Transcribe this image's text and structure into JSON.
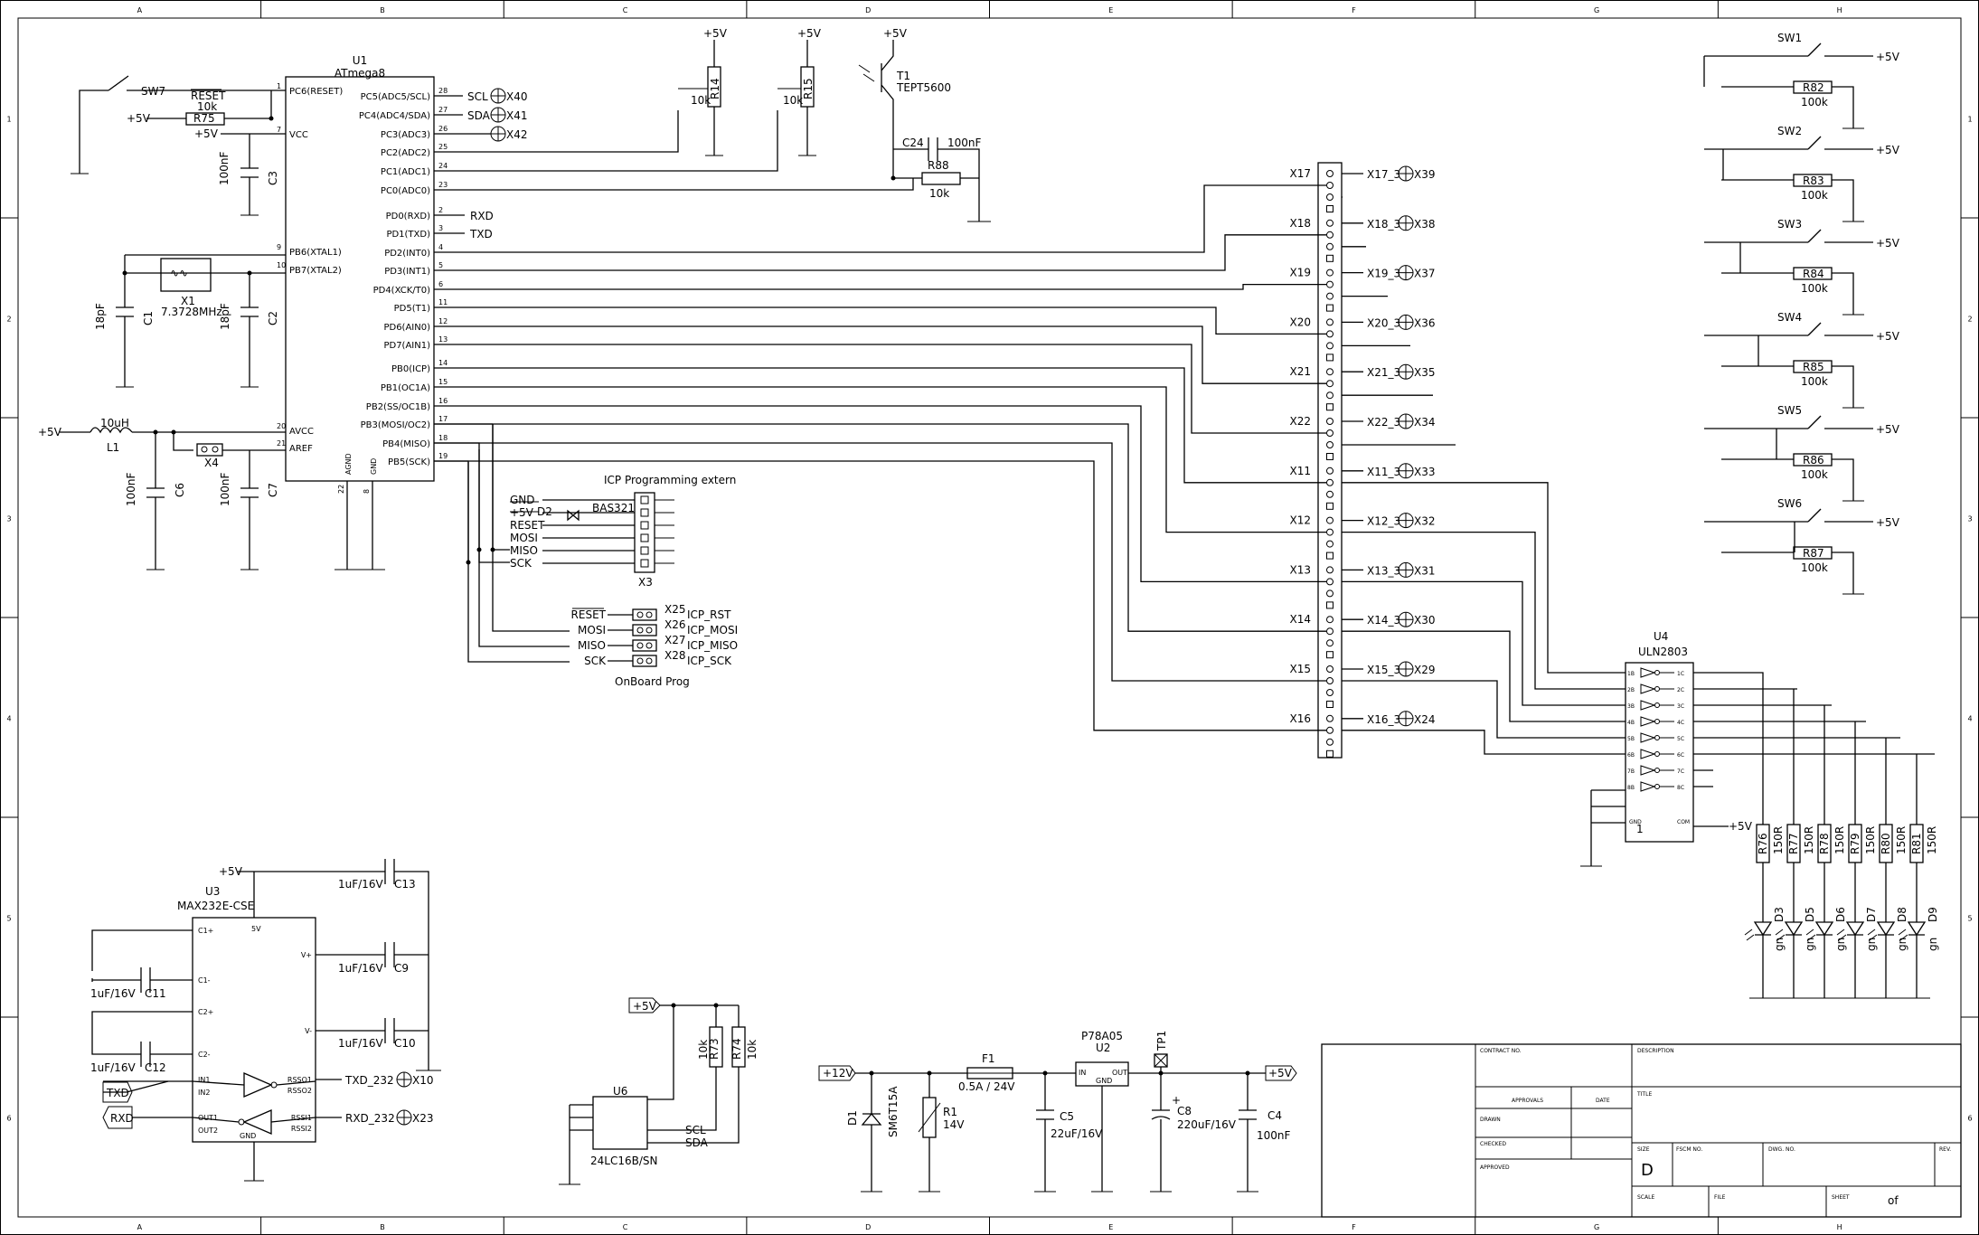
{
  "frame": {
    "columns": [
      "A",
      "B",
      "C",
      "D",
      "E",
      "F",
      "G",
      "H"
    ],
    "rows": [
      "1",
      "2",
      "3",
      "4",
      "5",
      "6"
    ]
  },
  "u1": {
    "ref": "U1",
    "value": "ATmega8",
    "left_pins": [
      {
        "num": "1",
        "name": "PC6(RESET)"
      },
      {
        "num": "7",
        "name": "VCC"
      },
      {
        "num": "9",
        "name": "PB6(XTAL1)"
      },
      {
        "num": "10",
        "name": "PB7(XTAL2)"
      },
      {
        "num": "20",
        "name": "AVCC"
      },
      {
        "num": "21",
        "name": "AREF"
      }
    ],
    "right_pins": [
      {
        "num": "28",
        "name": "PC5(ADC5/SCL)"
      },
      {
        "num": "27",
        "name": "PC4(ADC4/SDA)"
      },
      {
        "num": "26",
        "name": "PC3(ADC3)"
      },
      {
        "num": "25",
        "name": "PC2(ADC2)"
      },
      {
        "num": "24",
        "name": "PC1(ADC1)"
      },
      {
        "num": "23",
        "name": "PC0(ADC0)"
      },
      {
        "num": "2",
        "name": "PD0(RXD)"
      },
      {
        "num": "3",
        "name": "PD1(TXD)"
      },
      {
        "num": "4",
        "name": "PD2(INT0)"
      },
      {
        "num": "5",
        "name": "PD3(INT1)"
      },
      {
        "num": "6",
        "name": "PD4(XCK/T0)"
      },
      {
        "num": "11",
        "name": "PD5(T1)"
      },
      {
        "num": "12",
        "name": "PD6(AIN0)"
      },
      {
        "num": "13",
        "name": "PD7(AIN1)"
      },
      {
        "num": "14",
        "name": "PB0(ICP)"
      },
      {
        "num": "15",
        "name": "PB1(OC1A)"
      },
      {
        "num": "16",
        "name": "PB2(SS/OC1B)"
      },
      {
        "num": "17",
        "name": "PB3(MOSI/OC2)"
      },
      {
        "num": "18",
        "name": "PB4(MISO)"
      },
      {
        "num": "19",
        "name": "PB5(SCK)"
      }
    ],
    "bottom_pins": [
      {
        "num": "22",
        "name": "AGND"
      },
      {
        "num": "8",
        "name": "GND"
      }
    ]
  },
  "u1_nets": {
    "scl": "SCL",
    "x40": "X40",
    "sda": "SDA",
    "x41": "X41",
    "x42": "X42",
    "rxd": "RXD",
    "txd": "TXD"
  },
  "sw7": {
    "ref": "SW7",
    "reset": "RESET"
  },
  "r75": {
    "ref": "R75",
    "value": "10k"
  },
  "power": {
    "p5v": "+5V",
    "p12v": "+12V"
  },
  "c3": {
    "ref": "C3",
    "value": "100nF"
  },
  "x1": {
    "ref": "X1",
    "value": "7.3728MHz"
  },
  "c1": {
    "ref": "C1",
    "value": "18pF"
  },
  "c2": {
    "ref": "C2",
    "value": "18pF"
  },
  "l1": {
    "ref": "L1",
    "value": "10uH"
  },
  "x4": {
    "ref": "X4"
  },
  "c6": {
    "ref": "C6",
    "value": "100nF"
  },
  "c7": {
    "ref": "C7",
    "value": "100nF"
  },
  "r14": {
    "ref": "R14",
    "value": "10k"
  },
  "r15": {
    "ref": "R15",
    "value": "10k"
  },
  "t1": {
    "ref": "T1",
    "value": "TEPT5600"
  },
  "c24": {
    "ref": "C24",
    "value": "100nF"
  },
  "r88": {
    "ref": "R88",
    "value": "10k"
  },
  "icp": {
    "title": "ICP Programming extern",
    "d2_ref": "D2",
    "d2_value": "BAS321",
    "signals": [
      "GND",
      "+5V",
      "RESET",
      "MOSI",
      "MISO",
      "SCK"
    ],
    "x3": "X3"
  },
  "onboard": {
    "title": "OnBoard Prog",
    "rows": [
      {
        "left": "RESET",
        "conn": "X25",
        "right": "ICP_RST"
      },
      {
        "left": "MOSI",
        "conn": "X26",
        "right": "ICP_MOSI"
      },
      {
        "left": "MISO",
        "conn": "X27",
        "right": "ICP_MISO"
      },
      {
        "left": "SCK",
        "conn": "X28",
        "right": "ICP_SCK"
      }
    ]
  },
  "connectors": [
    {
      "ref": "X17",
      "net": "X17_3",
      "tp": "X39"
    },
    {
      "ref": "X18",
      "net": "X18_3",
      "tp": "X38"
    },
    {
      "ref": "X19",
      "net": "X19_3",
      "tp": "X37"
    },
    {
      "ref": "X20",
      "net": "X20_3",
      "tp": "X36"
    },
    {
      "ref": "X21",
      "net": "X21_3",
      "tp": "X35"
    },
    {
      "ref": "X22",
      "net": "X22_3",
      "tp": "X34"
    },
    {
      "ref": "X11",
      "net": "X11_3",
      "tp": "X33"
    },
    {
      "ref": "X12",
      "net": "X12_3",
      "tp": "X32"
    },
    {
      "ref": "X13",
      "net": "X13_3",
      "tp": "X31"
    },
    {
      "ref": "X14",
      "net": "X14_3",
      "tp": "X30"
    },
    {
      "ref": "X15",
      "net": "X15_3",
      "tp": "X29"
    },
    {
      "ref": "X16",
      "net": "X16_3",
      "tp": "X24"
    }
  ],
  "switches": [
    {
      "ref": "SW1",
      "r": "R82",
      "rv": "100k"
    },
    {
      "ref": "SW2",
      "r": "R83",
      "rv": "100k"
    },
    {
      "ref": "SW3",
      "r": "R84",
      "rv": "100k"
    },
    {
      "ref": "SW4",
      "r": "R85",
      "rv": "100k"
    },
    {
      "ref": "SW5",
      "r": "R86",
      "rv": "100k"
    },
    {
      "ref": "SW6",
      "r": "R87",
      "rv": "100k"
    }
  ],
  "u4": {
    "ref": "U4",
    "value": "ULN2803",
    "in": [
      "1B",
      "2B",
      "3B",
      "4B",
      "5B",
      "6B",
      "7B",
      "8B"
    ],
    "out": [
      "1C",
      "2C",
      "3C",
      "4C",
      "5C",
      "6C",
      "7C",
      "8C"
    ],
    "gnd": "GND",
    "com": "COM"
  },
  "leds": [
    {
      "r": "R76",
      "rv": "150R",
      "d": "D3",
      "color": "gn"
    },
    {
      "r": "R77",
      "rv": "150R",
      "d": "D5",
      "color": "gn"
    },
    {
      "r": "R78",
      "rv": "150R",
      "d": "D6",
      "color": "gn"
    },
    {
      "r": "R79",
      "rv": "150R",
      "d": "D7",
      "color": "gn"
    },
    {
      "r": "R80",
      "rv": "150R",
      "d": "D8",
      "color": "gn"
    },
    {
      "r": "R81",
      "rv": "150R",
      "d": "D9",
      "color": "gn"
    }
  ],
  "u3": {
    "ref": "U3",
    "value": "MAX232E-CSE",
    "pins_left": [
      "C1+",
      "C1-",
      "C2+",
      "C2-",
      "IN1",
      "IN2",
      "OUT1",
      "OUT2"
    ],
    "pins_right": [
      "V+",
      "V-",
      "RSSO1",
      "RSSO2",
      "RSSI1",
      "RSSI2"
    ],
    "top": "5V",
    "bottom": "GND"
  },
  "u3_caps": [
    {
      "ref": "C13",
      "value": "1uF/16V"
    },
    {
      "ref": "C9",
      "value": "1uF/16V"
    },
    {
      "ref": "C10",
      "value": "1uF/16V"
    },
    {
      "ref": "C11",
      "value": "1uF/16V"
    },
    {
      "ref": "C12",
      "value": "1uF/16V"
    }
  ],
  "u3_nets": {
    "txd": "TXD",
    "rxd": "RXD",
    "txd232": "TXD_232",
    "x10": "X10",
    "rxd232": "RXD_232",
    "x23": "X23"
  },
  "u6": {
    "ref": "U6",
    "value": "24LC16B/SN",
    "scl": "SCL",
    "sda": "SDA",
    "r73": "R73",
    "r73v": "10k",
    "r74": "R74",
    "r74v": "10k"
  },
  "psu": {
    "d1_ref": "D1",
    "d1_value": "SM6T15A",
    "f1_ref": "F1",
    "f1_value": "0.5A / 24V",
    "r1_ref": "R1",
    "r1_value": "14V",
    "c5_ref": "C5",
    "c5_value": "22uF/16V",
    "u2_ref": "U2",
    "u2_value": "P78A05",
    "u2_in": "IN",
    "u2_out": "OUT",
    "u2_gnd": "GND",
    "tp1": "TP1",
    "c8_ref": "C8",
    "c8_value": "220uF/16V",
    "c4_ref": "C4",
    "c4_value": "100nF"
  },
  "title_block": {
    "contract_no": "CONTRACT NO.",
    "description": "DESCRIPTION",
    "approvals": "APPROVALS",
    "date": "DATE",
    "title": "TITLE",
    "drawn": "DRAWN",
    "checked": "CHECKED",
    "approved": "APPROVED",
    "size": "SIZE",
    "size_value": "D",
    "fscm": "FSCM NO.",
    "dwg": "DWG. NO.",
    "rev": "REV.",
    "scale": "SCALE",
    "file": "FILE",
    "sheet": "SHEET",
    "of": "of"
  }
}
